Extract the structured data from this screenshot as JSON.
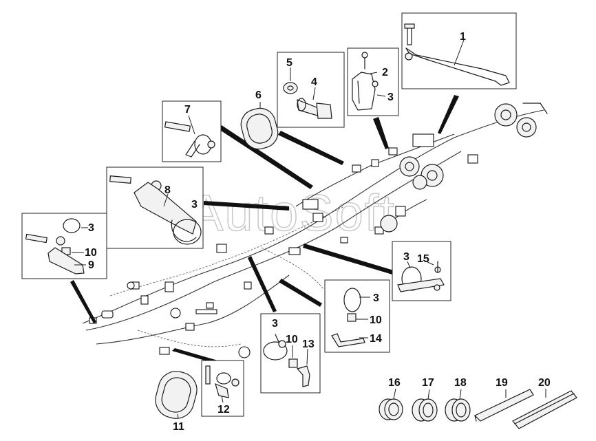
{
  "watermark": "AutoSoft",
  "callouts": {
    "c1": "1",
    "c2": "2",
    "c3a": "3",
    "c4": "4",
    "c5": "5",
    "c6": "6",
    "c7": "7",
    "c8": "8",
    "c3b": "3",
    "c3c": "3",
    "c10a": "10",
    "c9": "9",
    "c3d": "3",
    "c15": "15",
    "c3e": "3",
    "c10b": "10",
    "c14": "14",
    "c3f": "3",
    "c10c": "10",
    "c13": "13",
    "c11": "11",
    "c12": "12",
    "c16": "16",
    "c17": "17",
    "c18": "18",
    "c19": "19",
    "c20": "20"
  }
}
